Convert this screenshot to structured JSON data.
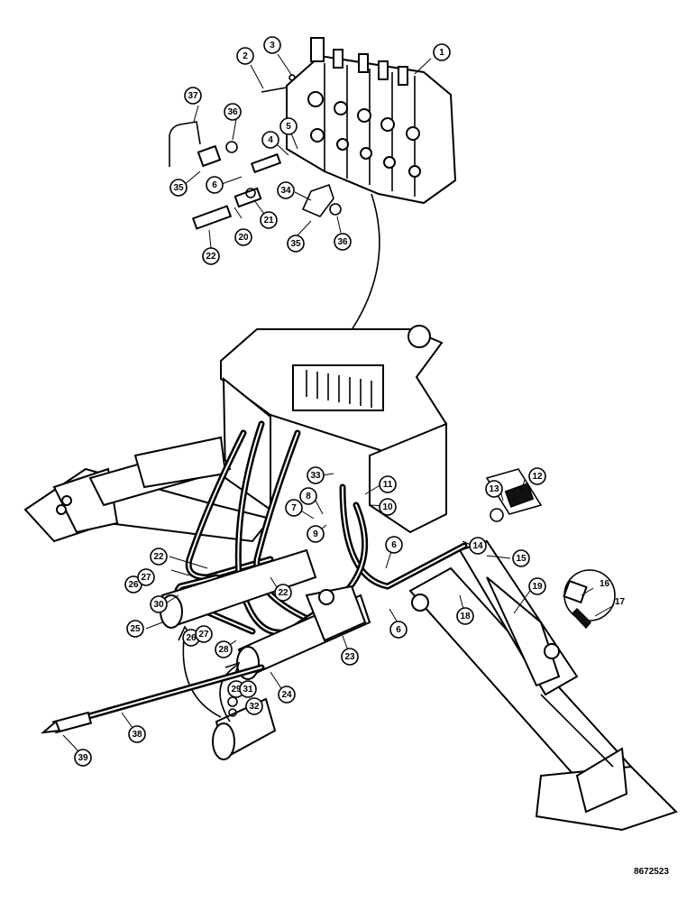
{
  "drawing_number": "8672523",
  "callouts": [
    {
      "id": "c1",
      "label": "1"
    },
    {
      "id": "c2",
      "label": "2"
    },
    {
      "id": "c3",
      "label": "3"
    },
    {
      "id": "c4",
      "label": "4"
    },
    {
      "id": "c5",
      "label": "5"
    },
    {
      "id": "c6a",
      "label": "6"
    },
    {
      "id": "c6b",
      "label": "6"
    },
    {
      "id": "c6c",
      "label": "6"
    },
    {
      "id": "c7",
      "label": "7"
    },
    {
      "id": "c8",
      "label": "8"
    },
    {
      "id": "c9",
      "label": "9"
    },
    {
      "id": "c10",
      "label": "10"
    },
    {
      "id": "c11",
      "label": "11"
    },
    {
      "id": "c12",
      "label": "12"
    },
    {
      "id": "c13",
      "label": "13"
    },
    {
      "id": "c14",
      "label": "14"
    },
    {
      "id": "c15",
      "label": "15"
    },
    {
      "id": "c16",
      "label": "16"
    },
    {
      "id": "c17",
      "label": "17"
    },
    {
      "id": "c18",
      "label": "18"
    },
    {
      "id": "c19",
      "label": "19"
    },
    {
      "id": "c20",
      "label": "20"
    },
    {
      "id": "c21",
      "label": "21"
    },
    {
      "id": "c22a",
      "label": "22"
    },
    {
      "id": "c22b",
      "label": "22"
    },
    {
      "id": "c22c",
      "label": "22"
    },
    {
      "id": "c23",
      "label": "23"
    },
    {
      "id": "c24",
      "label": "24"
    },
    {
      "id": "c25",
      "label": "25"
    },
    {
      "id": "c26a",
      "label": "26"
    },
    {
      "id": "c27a",
      "label": "27"
    },
    {
      "id": "c26b",
      "label": "26"
    },
    {
      "id": "c27b",
      "label": "27"
    },
    {
      "id": "c28",
      "label": "28"
    },
    {
      "id": "c29",
      "label": "29"
    },
    {
      "id": "c30",
      "label": "30"
    },
    {
      "id": "c31",
      "label": "31"
    },
    {
      "id": "c32",
      "label": "32"
    },
    {
      "id": "c33",
      "label": "33"
    },
    {
      "id": "c34",
      "label": "34"
    },
    {
      "id": "c35a",
      "label": "35"
    },
    {
      "id": "c35b",
      "label": "35"
    },
    {
      "id": "c36a",
      "label": "36"
    },
    {
      "id": "c36b",
      "label": "36"
    },
    {
      "id": "c37",
      "label": "37"
    },
    {
      "id": "c38",
      "label": "38"
    },
    {
      "id": "c39",
      "label": "39"
    }
  ]
}
